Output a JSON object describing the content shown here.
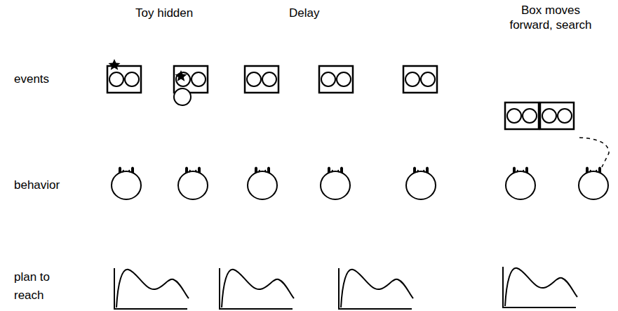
{
  "diagram": {
    "labels": [
      "Toy hidden",
      "Delay",
      "Box moves forward, search",
      "events",
      "behavior",
      "plan to reach"
    ]
  }
}
